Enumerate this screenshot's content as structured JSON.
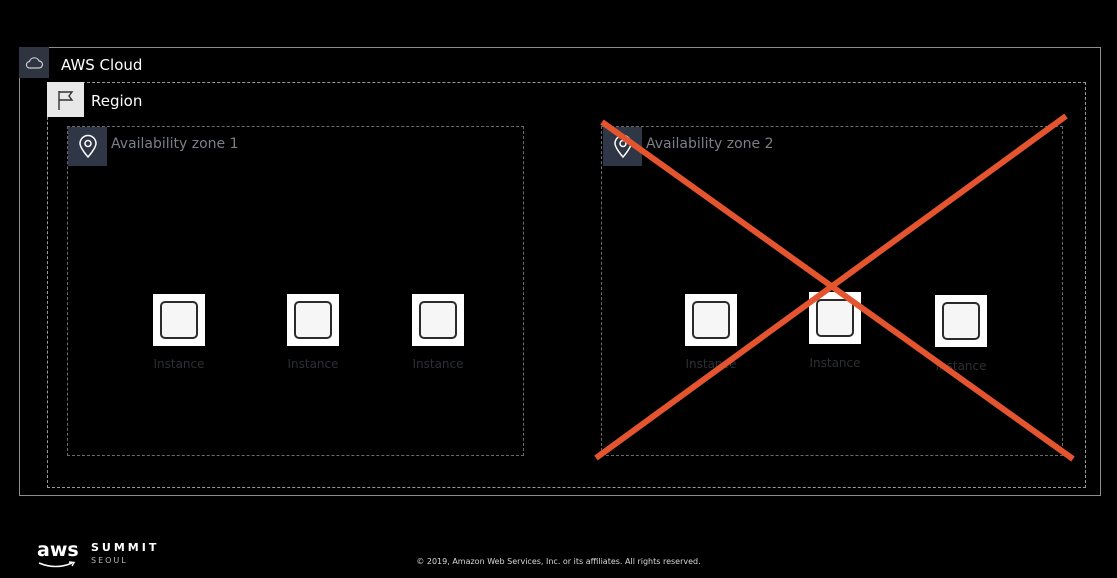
{
  "cloud": {
    "title": "AWS Cloud",
    "icon": "cloud-icon"
  },
  "region": {
    "title": "Region",
    "icon": "flag-icon"
  },
  "zones": [
    {
      "title": "Availability zone 1",
      "icon": "location-pin-icon",
      "failed": false,
      "instances": [
        "Instance",
        "Instance",
        "Instance"
      ]
    },
    {
      "title": "Availability zone 2",
      "icon": "location-pin-icon",
      "failed": true,
      "instances": [
        "Instance",
        "Instance",
        "Instance"
      ]
    }
  ],
  "colors": {
    "background": "#000000",
    "cross": "#e4552f",
    "az_label": "#7b7f86"
  },
  "footer": {
    "logo": "aws",
    "event": "SUMMIT",
    "city": "SEOUL",
    "copyright": "© 2019, Amazon Web Services, Inc. or its affiliates. All rights reserved."
  }
}
